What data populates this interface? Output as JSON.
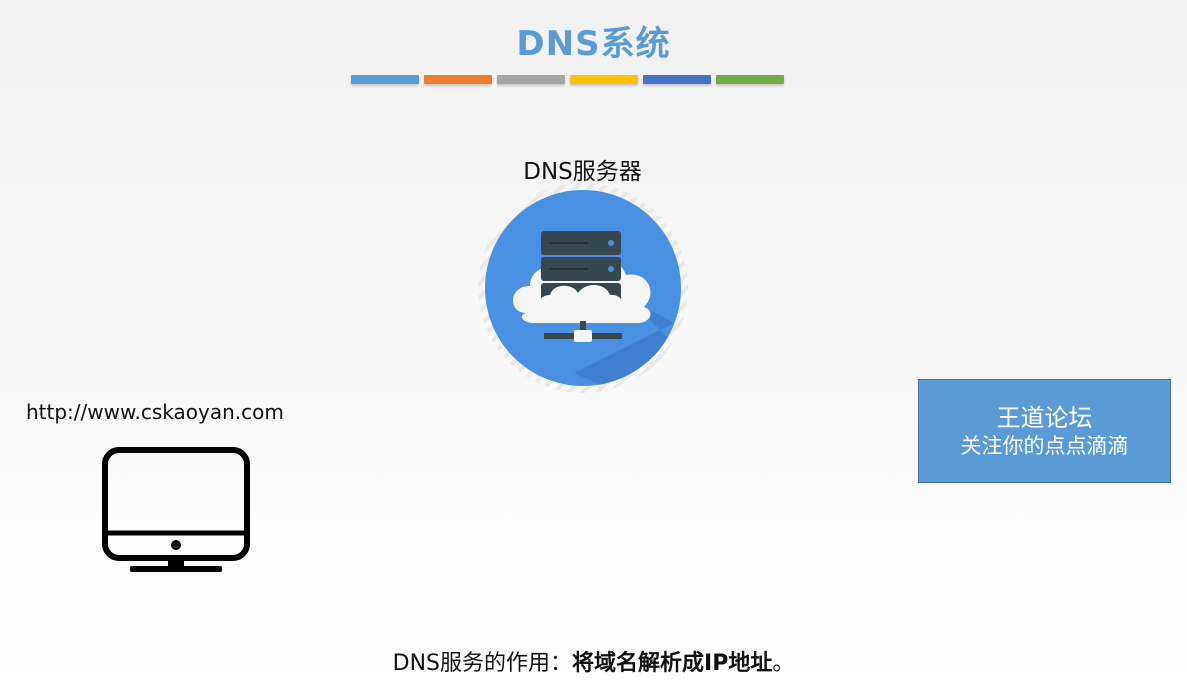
{
  "slide": {
    "title": "DNS系统",
    "title_color": "#5b9bd5",
    "color_bars": [
      "#5b9bd5",
      "#ed7d31",
      "#a5a5a5",
      "#ffc000",
      "#4472c4",
      "#70ad47"
    ]
  },
  "dns_server": {
    "label": "DNS服务器",
    "icon": "cloud-server-icon"
  },
  "client": {
    "url": "http://www.cskaoyan.com",
    "icon": "monitor-icon"
  },
  "forum_box": {
    "title": "王道论坛",
    "subtitle": "关注你的点点滴滴",
    "color": "#5b9bd5"
  },
  "caption": {
    "prefix": "DNS服务的作用：",
    "emphasis": "将域名解析成IP地址",
    "suffix": "。"
  }
}
